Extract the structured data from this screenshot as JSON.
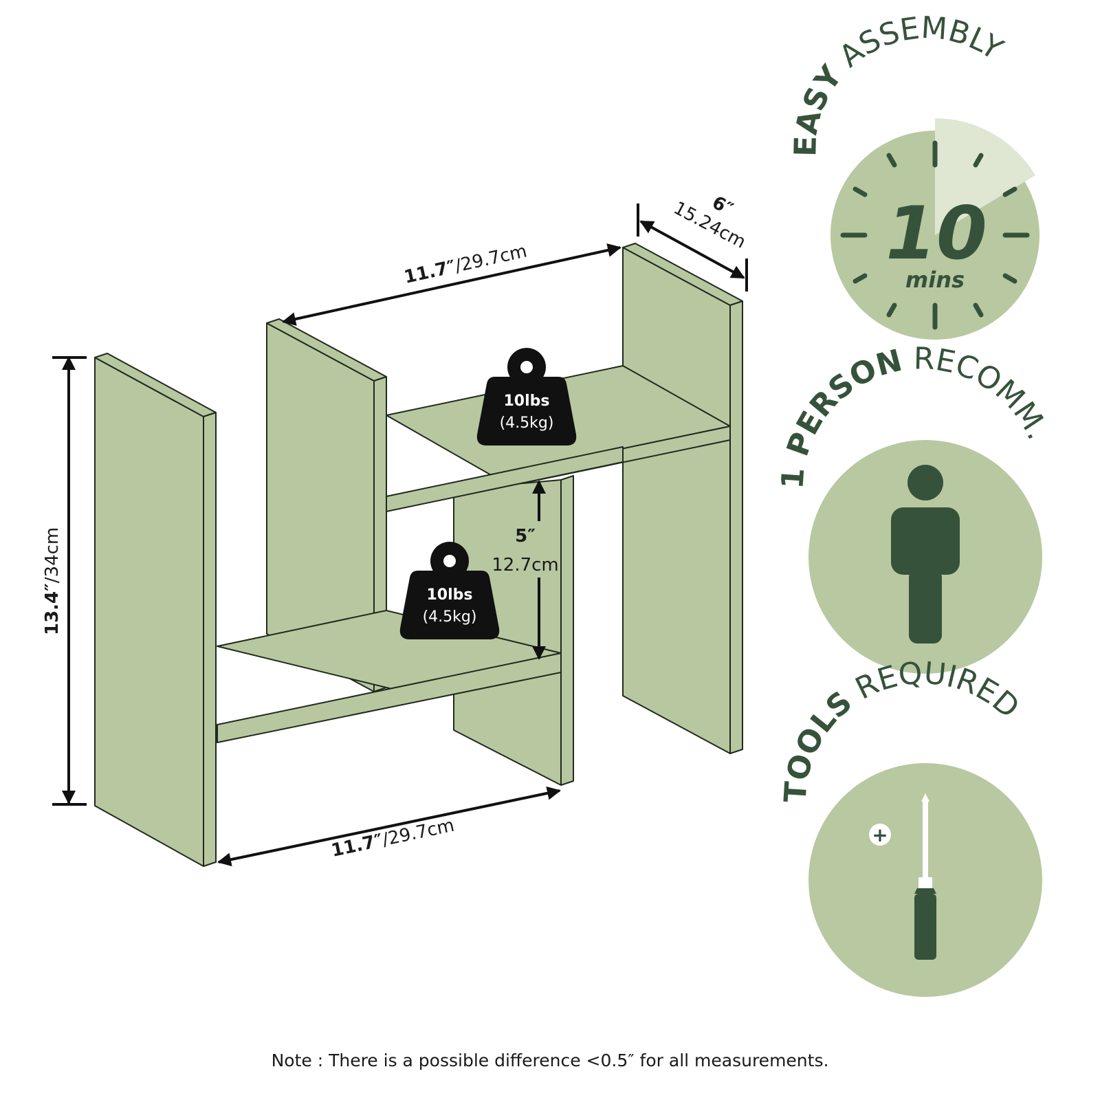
{
  "colors": {
    "panel": "#b7c7a0",
    "panel_stroke": "#1f2a1c",
    "badge": "#b8c8a0",
    "badge_light": "#dfe7d2",
    "dark_green": "#36523b",
    "weight": "#111111",
    "arrow": "#111111"
  },
  "dimensions": {
    "top_width": {
      "imperial": "11.7″",
      "metric": "/29.7cm"
    },
    "bottom_width": {
      "imperial": "11.7″",
      "metric": "/29.7cm"
    },
    "depth": {
      "imperial": "6″",
      "metric": "15.24cm"
    },
    "height": {
      "imperial": "13.4″",
      "metric": "/34cm"
    },
    "shelf_gap": {
      "imperial": "5″",
      "metric": "12.7cm"
    }
  },
  "weights": [
    {
      "lbs": "10lbs",
      "kg": "(4.5kg)",
      "icon": "weight-icon"
    },
    {
      "lbs": "10lbs",
      "kg": "(4.5kg)",
      "icon": "weight-icon"
    }
  ],
  "badges": {
    "assembly": {
      "bold": "EASY",
      "rest": " ASSEMBLY",
      "number": "10",
      "unit": "mins",
      "icon": "stopwatch-icon"
    },
    "person": {
      "bold": "1 PERSON",
      "rest": " RECOMM.",
      "icon": "person-icon"
    },
    "tools": {
      "bold": "TOOLS",
      "rest": " REQUIRED",
      "plus": "+",
      "icon": "screwdriver-icon"
    }
  },
  "note": "Note : There is a possible difference <0.5″ for all measurements."
}
